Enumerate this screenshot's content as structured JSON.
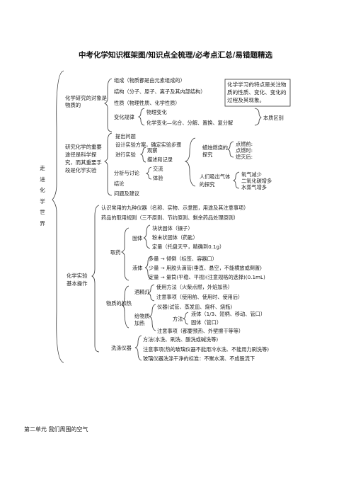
{
  "title": "中考化学知识框架图/知识点全梳理/必考点汇总/易错题精选",
  "root": "走进化学世界",
  "sections": [
    {
      "name": "化学研究的对象是物质的",
      "items": {
        "composition": "组成（物质都是由元素组成的）",
        "structure": "结构（分子、原子、离子及其内部结构）",
        "properties": "性质（物理性质、化学性质）",
        "change_law": "变化规律",
        "physical_change": "物理变化",
        "chemical_change": "化学变化—化合、分解、置换、复分解",
        "essence": "本质区别",
        "note": "化学学习的特点是关注物质的性质、变化、变化的过程及其现象。"
      }
    },
    {
      "name": "研究化学的重要途径是科学探究，而其重要手段是化学实验",
      "items": {
        "ask": "提出问题",
        "design": "设计实验方案，确定实验步骤",
        "conduct": "进行实验",
        "observe": "观察",
        "describe": "描述和记录",
        "analyze": "分析与讨论",
        "exchange": "交流",
        "experience": "体验",
        "conclusion": "结论",
        "reflect": "问题及建议",
        "candle": "蜡烛燃烧的探究",
        "before": "点燃前:",
        "during": "点燃时:",
        "after": "熄灭后:",
        "breath": "人们吸出气体的探究",
        "oxygen": "氧气减少",
        "co2": "二氧化碳增多",
        "water": "水蒸气增多"
      }
    },
    {
      "name": "化学实验基本操作",
      "items": {
        "instruments": "认识常用的九种仪器（名称、实物、示意图，用途及其注意事项）",
        "rules": "药品的取用规则（三不原则、节约原则、剩余药品处理原则）",
        "taking": "取药",
        "solid": "固体",
        "block": "块状固体（镊子）",
        "powder": "粉末状固体（药匙）",
        "quant_solid": "定量（托盘天平，精确到0.1g）",
        "liquid": "液体",
        "liq1": "多量 → 倾倒（标签、容器口）",
        "liq2": "少量 → 用胶头滴管(垂直、悬空，不能横放或倒置)",
        "liq3": "定量 → 量筒(平稳、平视)(注意规格的选择)(0.1mL)",
        "heating": "物质的加热",
        "lamp": "酒精灯",
        "lamp_use": "使用方法（火柴点燃，外焰加热）",
        "lamp_note": "注意事项（使用前、使用时、使用后）",
        "heat_instr": "仪器(试管、蒸发皿、烧杯、烧瓶)",
        "heated": "给物质加热",
        "method": "方法",
        "liquid2": "液体（1/3、短柄、移动、管口）",
        "solid2": "固体（管口）",
        "heat_note": "注意事项（都要预热、外壁擦干等等）",
        "washing": "洗涤仪器",
        "wash_method": "方法(水洗、刷洗、酸洗或碱洗等)",
        "wash_note": "注意事项(热的玻璃仪器不能用冷水洗、不能用力刷洗等)",
        "wash_std": "玻璃仪器洗涤干净的标准：不聚水滴、不成股流下"
      }
    }
  ],
  "footer": "第二单元  我们周围的空气"
}
